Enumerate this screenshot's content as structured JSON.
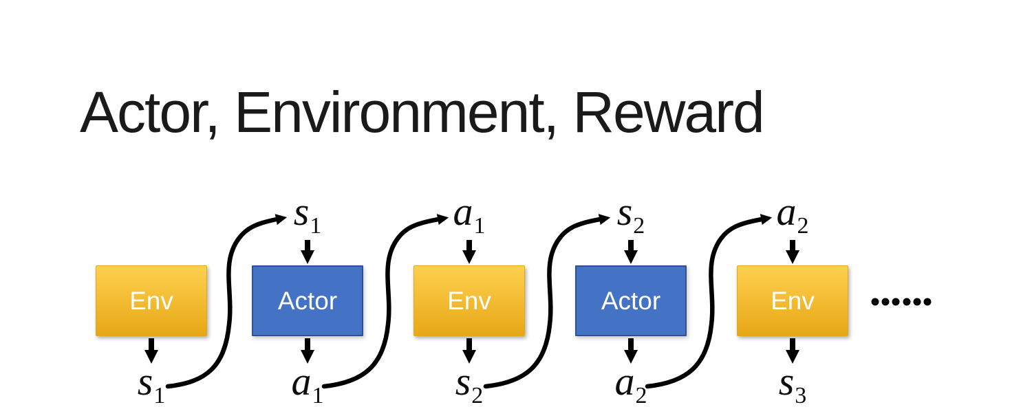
{
  "slide": {
    "title": "Actor, Environment, Reward",
    "ellipsis": "……"
  },
  "diagram": {
    "boxes": [
      {
        "id": "env-1",
        "type": "env",
        "label": "Env"
      },
      {
        "id": "actor-1",
        "type": "actor",
        "label": "Actor"
      },
      {
        "id": "env-2",
        "type": "env",
        "label": "Env"
      },
      {
        "id": "actor-2",
        "type": "actor",
        "label": "Actor"
      },
      {
        "id": "env-3",
        "type": "env",
        "label": "Env"
      }
    ],
    "top_labels": [
      {
        "base": "s",
        "sub": "1"
      },
      {
        "base": "a",
        "sub": "1"
      },
      {
        "base": "s",
        "sub": "2"
      },
      {
        "base": "a",
        "sub": "2"
      }
    ],
    "bottom_labels": [
      {
        "base": "s",
        "sub": "1"
      },
      {
        "base": "a",
        "sub": "1"
      },
      {
        "base": "s",
        "sub": "2"
      },
      {
        "base": "a",
        "sub": "2"
      },
      {
        "base": "s",
        "sub": "3"
      }
    ]
  },
  "colors": {
    "title_text": "#1A1A1A",
    "env_gradient_top": "#FFD04F",
    "env_gradient_bottom": "#E7A716",
    "actor_fill": "#4472C4",
    "actor_border": "#2F528F",
    "box_text": "#FFFFFF",
    "arrow": "#000000"
  }
}
